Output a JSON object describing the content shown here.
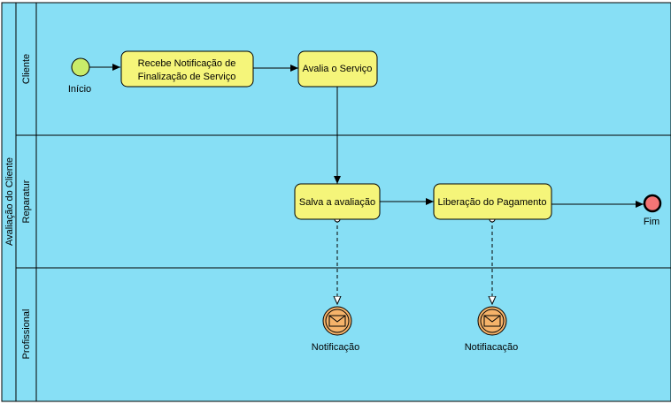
{
  "pool": {
    "name": "Avaliação do Cliente",
    "fill": "#87dff5",
    "lanes": [
      {
        "label": "Cliente"
      },
      {
        "label": "Reparatur"
      },
      {
        "label": "Profissional"
      }
    ]
  },
  "events": {
    "start": {
      "label": "Início",
      "color": "#c9ec6a"
    },
    "end": {
      "label": "Fim",
      "color": "#f37575"
    }
  },
  "tasks": [
    {
      "label_lines": [
        "Recebe Notificação de",
        "Finalização de Serviço"
      ]
    },
    {
      "label_lines": [
        "Avalia o Serviço"
      ]
    },
    {
      "label_lines": [
        "Salva a avaliação"
      ]
    },
    {
      "label_lines": [
        "Liberação do Pagamento"
      ]
    }
  ],
  "message_events": [
    {
      "label": "Notificação",
      "color": "#f5b36a"
    },
    {
      "label": "Notifiacação",
      "color": "#f5b36a"
    }
  ]
}
